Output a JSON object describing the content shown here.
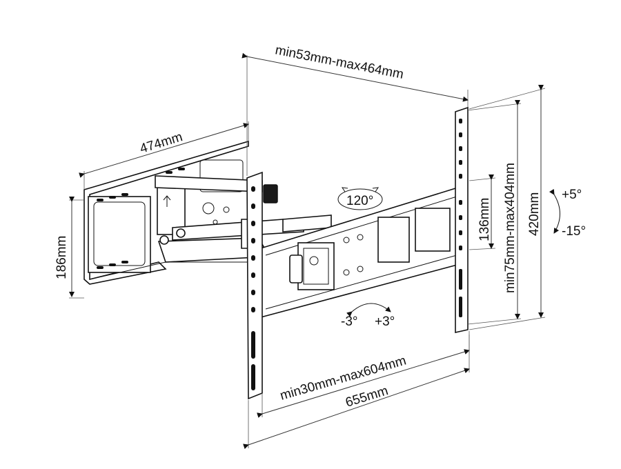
{
  "diagram": {
    "dimensions": {
      "wall_plate_width": "474mm",
      "wall_plate_height": "186mm",
      "extension": "min53mm-max464mm",
      "vesa_horizontal": "min30mm-max604mm",
      "total_width": "655mm",
      "vesa_vertical": "min75mm-max404mm",
      "inner_height": "136mm",
      "bracket_height": "420mm"
    },
    "adjustments": {
      "swivel": "120°",
      "rotation_left": "-3°",
      "rotation_right": "+3°",
      "tilt_up": "+5°",
      "tilt_down": "-15°"
    },
    "icons": [
      "wall-plate-icon",
      "arm-icon",
      "tv-bracket-icon",
      "swivel-arrow-icon",
      "rotation-arrow-icon",
      "tilt-arrow-icon"
    ]
  }
}
